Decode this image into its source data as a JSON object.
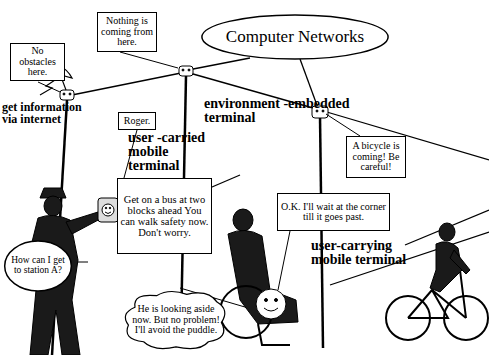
{
  "diagram": {
    "nodes": [
      {
        "text": [
          "Computer Networks"
        ]
      },
      {
        "text": [
          "Nothing is coming from here."
        ]
      },
      {
        "text": [
          "No obstacles here."
        ]
      },
      {
        "text": [
          "Roger."
        ]
      },
      {
        "text": [
          "A bicycle is coming! Be careful!"
        ]
      },
      {
        "text": [
          "How can I get to station A?"
        ]
      },
      {
        "text": [
          "Get on a bus at two blocks ahead You can walk safety now. Don't worry."
        ]
      },
      {
        "text": [
          "O.K. I'll wait at the corner till it goes past."
        ]
      },
      {
        "text": [
          "He is looking aside now. But no problem! I'll avoid the puddle."
        ]
      }
    ],
    "labels": [
      "get information via internet",
      "environment -embedded terminal",
      "user -carried mobile terminal",
      "user-carrying mobile terminal"
    ]
  }
}
